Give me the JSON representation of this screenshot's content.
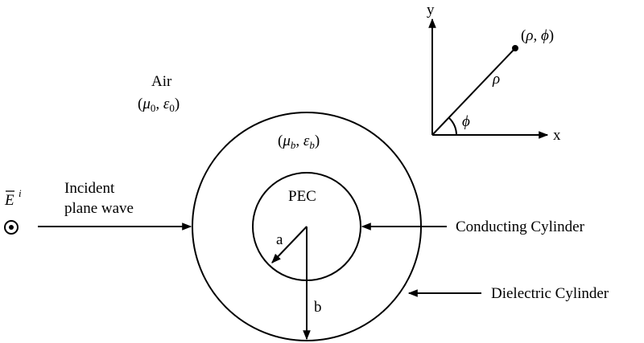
{
  "media": {
    "label": "Air",
    "params": "(μ0, ε0)",
    "mu": "μ",
    "mu_sub": "0",
    "eps": "ε",
    "eps_sub": "0"
  },
  "dielectric_region": {
    "params": "(μb, εb)",
    "mu": "μ",
    "mu_sub": "b",
    "eps": "ε",
    "eps_sub": "b"
  },
  "conductor": {
    "label": "PEC"
  },
  "radii": {
    "inner": "a",
    "outer": "b"
  },
  "incident": {
    "field_symbol": "E",
    "field_superscript": "i",
    "line1": "Incident",
    "line2": "plane wave"
  },
  "callouts": {
    "conducting_cylinder": "Conducting Cylinder",
    "dielectric_cylinder": "Dielectric Cylinder"
  },
  "coords": {
    "x_axis": "x",
    "y_axis": "y",
    "point": "(ρ, ϕ)",
    "rho": "ρ",
    "phi": "ϕ"
  },
  "punct": {
    "open": "(",
    "close": ")",
    "comma": ", "
  }
}
